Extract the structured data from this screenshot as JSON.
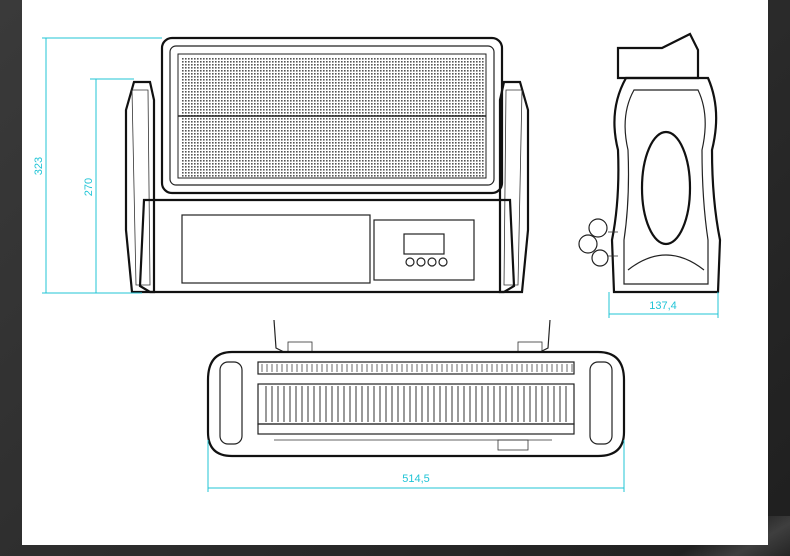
{
  "drawing": {
    "dimensions": {
      "front_height_total": "323",
      "front_height_head": "270",
      "side_depth": "137,4",
      "bottom_width": "514,5"
    }
  },
  "colors": {
    "background": "#2e2e2e",
    "sheet": "#ffffff",
    "dimension": "#20c4d6",
    "line": "#222222"
  }
}
